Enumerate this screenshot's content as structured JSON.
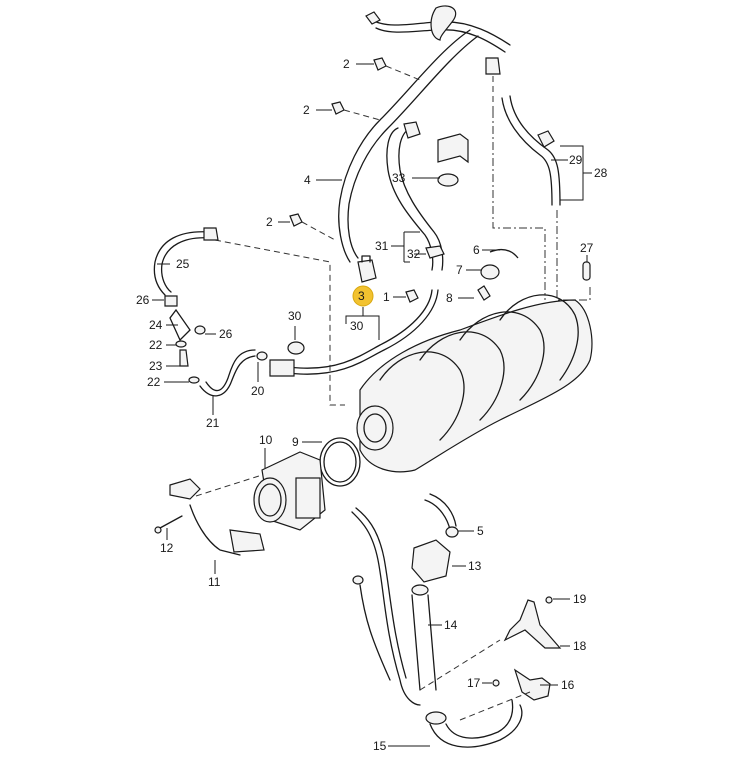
{
  "diagram": {
    "title": "Intake manifold, throttle body and vent hoses parts diagram",
    "highlight_color": "#f2c230",
    "highlighted_part": "3",
    "callouts": [
      {
        "id": "c2a",
        "label": "2"
      },
      {
        "id": "c2b",
        "label": "2"
      },
      {
        "id": "c4",
        "label": "4"
      },
      {
        "id": "c33",
        "label": "33"
      },
      {
        "id": "c29",
        "label": "29"
      },
      {
        "id": "c28",
        "label": "28"
      },
      {
        "id": "c2c",
        "label": "2"
      },
      {
        "id": "c31",
        "label": "31"
      },
      {
        "id": "c32",
        "label": "32"
      },
      {
        "id": "c6",
        "label": "6"
      },
      {
        "id": "c27",
        "label": "27"
      },
      {
        "id": "c25",
        "label": "25"
      },
      {
        "id": "c7",
        "label": "7"
      },
      {
        "id": "c3",
        "label": "3"
      },
      {
        "id": "c1",
        "label": "1"
      },
      {
        "id": "c8",
        "label": "8"
      },
      {
        "id": "c26a",
        "label": "26"
      },
      {
        "id": "c30a",
        "label": "30"
      },
      {
        "id": "c30b",
        "label": "30"
      },
      {
        "id": "c24",
        "label": "24"
      },
      {
        "id": "c26b",
        "label": "26"
      },
      {
        "id": "c22a",
        "label": "22"
      },
      {
        "id": "c23",
        "label": "23"
      },
      {
        "id": "c22b",
        "label": "22"
      },
      {
        "id": "c20",
        "label": "20"
      },
      {
        "id": "c21",
        "label": "21"
      },
      {
        "id": "c10",
        "label": "10"
      },
      {
        "id": "c9",
        "label": "9"
      },
      {
        "id": "c5",
        "label": "5"
      },
      {
        "id": "c12",
        "label": "12"
      },
      {
        "id": "c13",
        "label": "13"
      },
      {
        "id": "c11",
        "label": "11"
      },
      {
        "id": "c19",
        "label": "19"
      },
      {
        "id": "c14",
        "label": "14"
      },
      {
        "id": "c18",
        "label": "18"
      },
      {
        "id": "c17",
        "label": "17"
      },
      {
        "id": "c16",
        "label": "16"
      },
      {
        "id": "c15",
        "label": "15"
      }
    ]
  }
}
